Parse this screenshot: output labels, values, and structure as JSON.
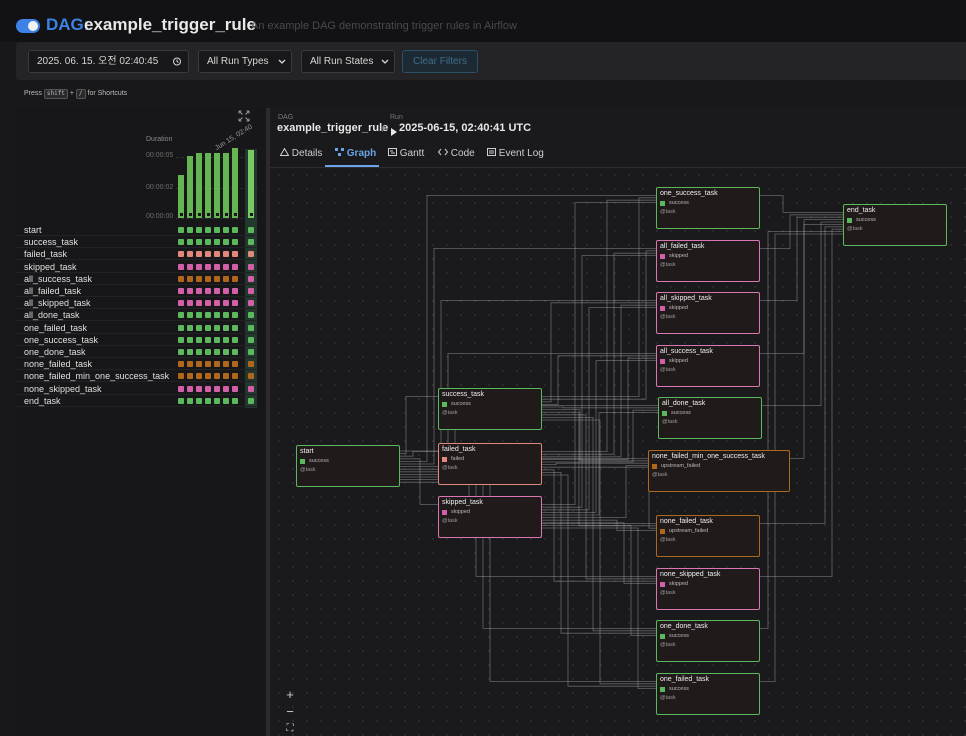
{
  "header": {
    "dag_prefix": "DAG:",
    "dag_id": "example_trigger_rule",
    "description": "An example DAG demonstrating trigger rules in Airflow",
    "toggle_on": true
  },
  "filters": {
    "datetime_value": "2025. 06. 15.  오전 02:40:45",
    "run_types": "All Run Types",
    "run_states": "All Run States",
    "clear_label": "Clear Filters"
  },
  "shortcut": {
    "press": "Press",
    "key1": "shift",
    "plus": "+",
    "key2": "/",
    "suffix": "for Shortcuts"
  },
  "grid": {
    "duration_label": "Duration",
    "ticks": [
      "00:00:05",
      "00:00:02",
      "00:00:00"
    ],
    "date_label": "Jun 15, 02:40",
    "run_durations": [
      3.6,
      5.2,
      5.4,
      5.4,
      5.4,
      5.4,
      5.8,
      5.7
    ],
    "tasks": [
      {
        "name": "start",
        "states": [
          "success",
          "success",
          "success",
          "success",
          "success",
          "success",
          "success",
          "success"
        ]
      },
      {
        "name": "success_task",
        "states": [
          "success",
          "success",
          "success",
          "success",
          "success",
          "success",
          "success",
          "success"
        ]
      },
      {
        "name": "failed_task",
        "states": [
          "failed",
          "failed",
          "failed",
          "failed",
          "failed",
          "failed",
          "failed",
          "failed"
        ]
      },
      {
        "name": "skipped_task",
        "states": [
          "skipped",
          "skipped",
          "skipped",
          "skipped",
          "skipped",
          "skipped",
          "skipped",
          "skipped"
        ]
      },
      {
        "name": "all_success_task",
        "states": [
          "upstream_failed",
          "upstream_failed",
          "upstream_failed",
          "upstream_failed",
          "upstream_failed",
          "upstream_failed",
          "upstream_failed",
          "skipped"
        ]
      },
      {
        "name": "all_failed_task",
        "states": [
          "skipped",
          "skipped",
          "skipped",
          "skipped",
          "skipped",
          "skipped",
          "skipped",
          "skipped"
        ]
      },
      {
        "name": "all_skipped_task",
        "states": [
          "skipped",
          "skipped",
          "skipped",
          "skipped",
          "skipped",
          "skipped",
          "skipped",
          "skipped"
        ]
      },
      {
        "name": "all_done_task",
        "states": [
          "success",
          "success",
          "success",
          "success",
          "success",
          "success",
          "success",
          "success"
        ]
      },
      {
        "name": "one_failed_task",
        "states": [
          "success",
          "success",
          "success",
          "success",
          "success",
          "success",
          "success",
          "success"
        ]
      },
      {
        "name": "one_success_task",
        "states": [
          "success",
          "success",
          "success",
          "success",
          "success",
          "success",
          "success",
          "success"
        ]
      },
      {
        "name": "one_done_task",
        "states": [
          "success",
          "success",
          "success",
          "success",
          "success",
          "success",
          "success",
          "success"
        ]
      },
      {
        "name": "none_failed_task",
        "states": [
          "upstream_failed",
          "upstream_failed",
          "upstream_failed",
          "upstream_failed",
          "upstream_failed",
          "upstream_failed",
          "upstream_failed",
          "upstream_failed"
        ]
      },
      {
        "name": "none_failed_min_one_success_task",
        "states": [
          "upstream_failed",
          "upstream_failed",
          "upstream_failed",
          "upstream_failed",
          "upstream_failed",
          "upstream_failed",
          "upstream_failed",
          "upstream_failed"
        ]
      },
      {
        "name": "none_skipped_task",
        "states": [
          "skipped",
          "skipped",
          "skipped",
          "skipped",
          "skipped",
          "skipped",
          "skipped",
          "skipped"
        ]
      },
      {
        "name": "end_task",
        "states": [
          "success",
          "success",
          "success",
          "success",
          "success",
          "success",
          "success",
          "success"
        ]
      }
    ]
  },
  "state_colors": {
    "success": "#5cb85c",
    "failed": "#e2887a",
    "skipped": "#d25fa8",
    "upstream_failed": "#b0671c"
  },
  "breadcrumb": {
    "dag_label": "DAG",
    "dag_value": "example_trigger_rule",
    "sep": "/",
    "run_label": "Run",
    "run_value": "2025-06-15, 02:40:41 UTC"
  },
  "tabs": [
    {
      "label": "Details",
      "icon": "warning-triangle-icon"
    },
    {
      "label": "Graph",
      "icon": "graph-nodes-icon",
      "active": true
    },
    {
      "label": "Gantt",
      "icon": "gantt-chart-icon"
    },
    {
      "label": "Code",
      "icon": "code-brackets-icon"
    },
    {
      "label": "Event Log",
      "icon": "log-list-icon"
    }
  ],
  "graph": {
    "operator_label": "@task",
    "nodes": [
      {
        "id": "start",
        "name": "start",
        "state": "success"
      },
      {
        "id": "success_task",
        "name": "success_task",
        "state": "success"
      },
      {
        "id": "failed_task",
        "name": "failed_task",
        "state": "failed"
      },
      {
        "id": "skipped_task",
        "name": "skipped_task",
        "state": "skipped"
      },
      {
        "id": "one_success_task",
        "name": "one_success_task",
        "state": "success"
      },
      {
        "id": "all_failed_task",
        "name": "all_failed_task",
        "state": "skipped"
      },
      {
        "id": "all_skipped_task",
        "name": "all_skipped_task",
        "state": "skipped"
      },
      {
        "id": "all_success_task",
        "name": "all_success_task",
        "state": "skipped"
      },
      {
        "id": "all_done_task",
        "name": "all_done_task",
        "state": "success"
      },
      {
        "id": "none_failed_min_one_success_task",
        "name": "none_failed_min_one_success_task",
        "state": "upstream_failed"
      },
      {
        "id": "none_failed_task",
        "name": "none_failed_task",
        "state": "upstream_failed"
      },
      {
        "id": "none_skipped_task",
        "name": "none_skipped_task",
        "state": "skipped"
      },
      {
        "id": "one_done_task",
        "name": "one_done_task",
        "state": "success"
      },
      {
        "id": "one_failed_task",
        "name": "one_failed_task",
        "state": "success"
      },
      {
        "id": "end_task",
        "name": "end_task",
        "state": "success"
      }
    ],
    "edges": [
      [
        "start",
        "success_task"
      ],
      [
        "start",
        "failed_task"
      ],
      [
        "start",
        "skipped_task"
      ],
      [
        "start",
        "one_success_task"
      ],
      [
        "start",
        "all_failed_task"
      ],
      [
        "start",
        "all_skipped_task"
      ],
      [
        "start",
        "all_success_task"
      ],
      [
        "start",
        "all_done_task"
      ],
      [
        "start",
        "none_failed_min_one_success_task"
      ],
      [
        "start",
        "none_failed_task"
      ],
      [
        "start",
        "none_skipped_task"
      ],
      [
        "start",
        "one_done_task"
      ],
      [
        "start",
        "one_failed_task"
      ],
      [
        "success_task",
        "one_success_task"
      ],
      [
        "success_task",
        "all_failed_task"
      ],
      [
        "success_task",
        "all_skipped_task"
      ],
      [
        "success_task",
        "all_success_task"
      ],
      [
        "success_task",
        "all_done_task"
      ],
      [
        "success_task",
        "none_failed_min_one_success_task"
      ],
      [
        "success_task",
        "none_failed_task"
      ],
      [
        "success_task",
        "none_skipped_task"
      ],
      [
        "success_task",
        "one_done_task"
      ],
      [
        "success_task",
        "one_failed_task"
      ],
      [
        "failed_task",
        "one_success_task"
      ],
      [
        "failed_task",
        "all_failed_task"
      ],
      [
        "failed_task",
        "all_skipped_task"
      ],
      [
        "failed_task",
        "all_success_task"
      ],
      [
        "failed_task",
        "all_done_task"
      ],
      [
        "failed_task",
        "none_failed_min_one_success_task"
      ],
      [
        "failed_task",
        "none_failed_task"
      ],
      [
        "failed_task",
        "none_skipped_task"
      ],
      [
        "failed_task",
        "one_done_task"
      ],
      [
        "failed_task",
        "one_failed_task"
      ],
      [
        "skipped_task",
        "one_success_task"
      ],
      [
        "skipped_task",
        "all_failed_task"
      ],
      [
        "skipped_task",
        "all_skipped_task"
      ],
      [
        "skipped_task",
        "all_success_task"
      ],
      [
        "skipped_task",
        "all_done_task"
      ],
      [
        "skipped_task",
        "none_failed_min_one_success_task"
      ],
      [
        "skipped_task",
        "none_failed_task"
      ],
      [
        "skipped_task",
        "none_skipped_task"
      ],
      [
        "skipped_task",
        "one_done_task"
      ],
      [
        "skipped_task",
        "one_failed_task"
      ],
      [
        "one_success_task",
        "end_task"
      ],
      [
        "all_failed_task",
        "end_task"
      ],
      [
        "all_skipped_task",
        "end_task"
      ],
      [
        "all_success_task",
        "end_task"
      ],
      [
        "all_done_task",
        "end_task"
      ],
      [
        "none_failed_min_one_success_task",
        "end_task"
      ],
      [
        "none_failed_task",
        "end_task"
      ],
      [
        "none_skipped_task",
        "end_task"
      ],
      [
        "one_done_task",
        "end_task"
      ],
      [
        "one_failed_task",
        "end_task"
      ]
    ]
  },
  "zoom_controls": {
    "plus": "+",
    "minus": "−",
    "fit": "⛶"
  }
}
